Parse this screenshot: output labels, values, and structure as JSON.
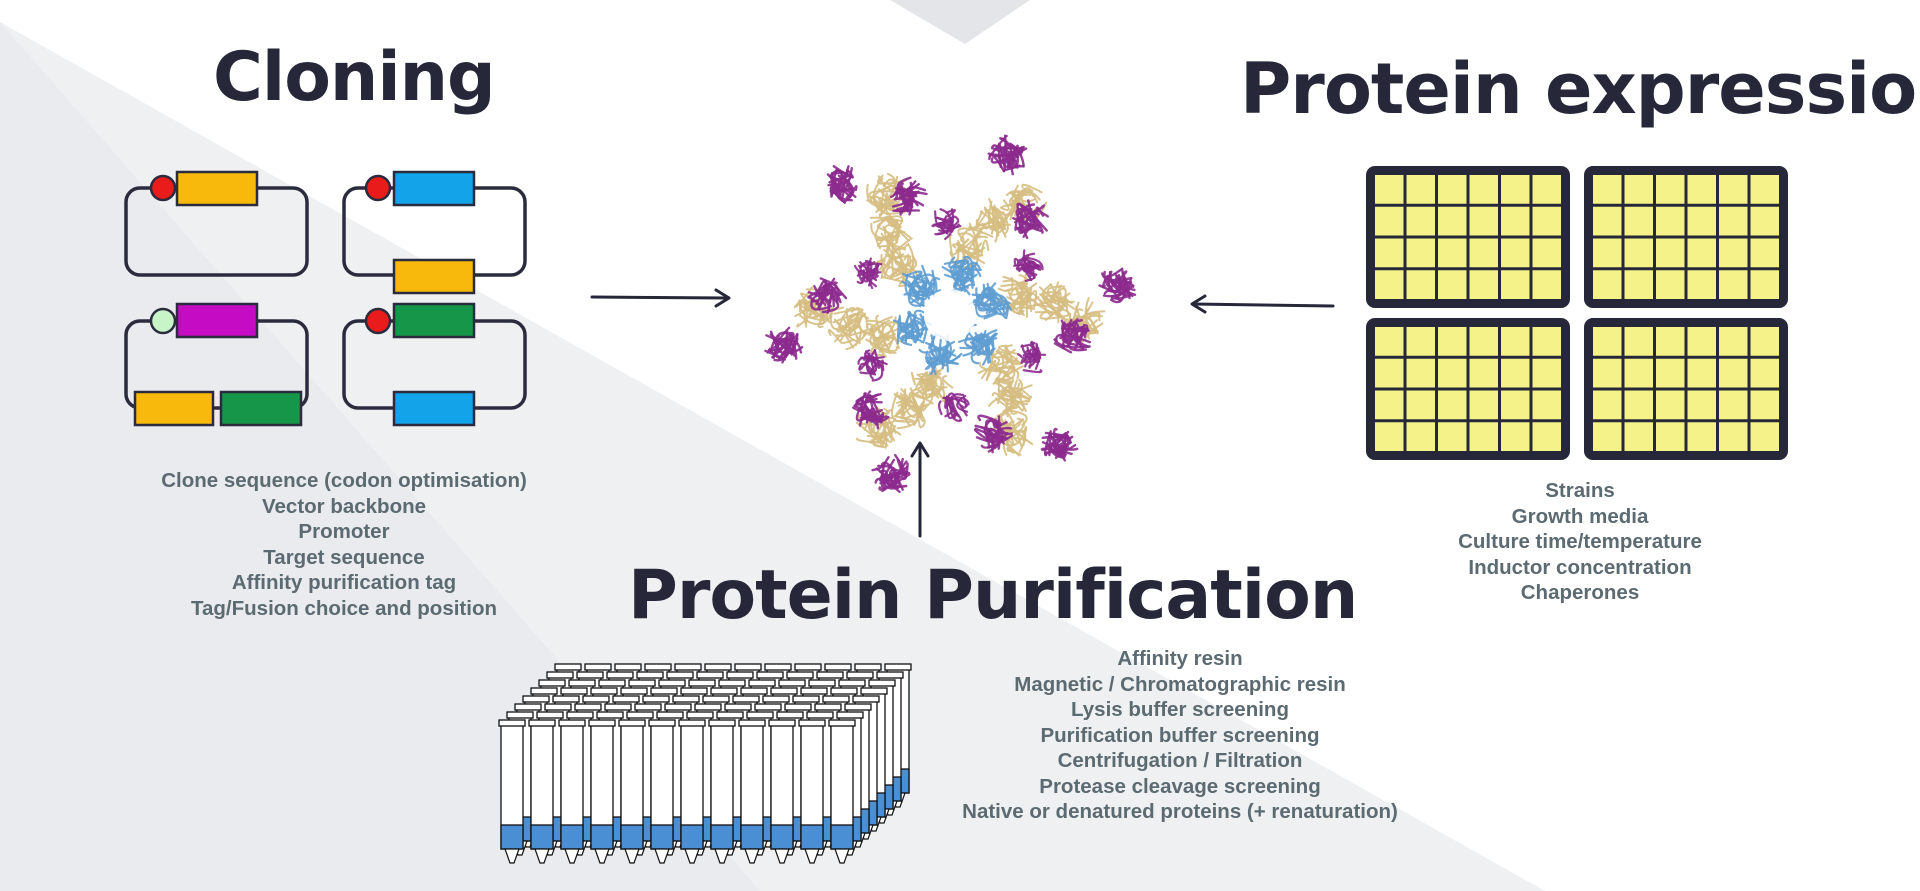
{
  "sections": {
    "cloning": {
      "title": "Cloning",
      "items": [
        "Clone sequence (codon optimisation)",
        "Vector backbone",
        "Promoter",
        "Target sequence",
        "Affinity purification tag",
        "Tag/Fusion choice and position"
      ]
    },
    "expression": {
      "title": "Protein expression",
      "items": [
        "Strains",
        "Growth media",
        "Culture time/temperature",
        "Inductor concentration",
        "Chaperones"
      ]
    },
    "purification": {
      "title": "Protein Purification",
      "items": [
        "Affinity resin",
        "Magnetic / Chromatographic resin",
        "Lysis buffer screening",
        "Purification buffer screening",
        "Centrifugation / Filtration",
        "Protease cleavage screening",
        "Native or denatured proteins (+ renaturation)"
      ]
    }
  },
  "colors": {
    "title": "#262839",
    "body_text": "#5c6a71",
    "arrow": "#262839",
    "plate_frame": "#262839",
    "plate_well": "#f6f28a",
    "gene_orange": "#f9b90c",
    "gene_blue": "#12a3e8",
    "gene_magenta": "#c50cc4",
    "gene_green": "#169649",
    "promoter_red": "#ea1b1b",
    "promoter_light_green": "#c8f5c8",
    "protein_purple": "#8c2a8e",
    "protein_tan": "#d6be82",
    "protein_blue": "#5f9dd2",
    "resin_blue": "#4a8ed3"
  },
  "icons": {
    "plasmids": "plasmid-icon",
    "plates": "well-plate-icon",
    "protein": "protein-complex-structure",
    "columns": "purification-column-array"
  }
}
